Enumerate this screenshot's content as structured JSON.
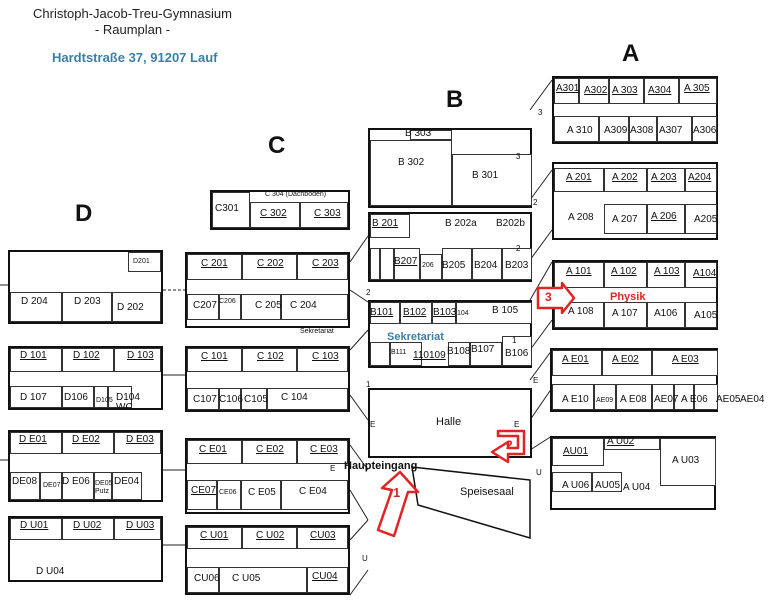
{
  "header": {
    "school": "Christoph-Jacob-Treu-Gymnasium",
    "subtitle": "- Raumplan -",
    "address": "Hardtstraße 37, 91207 Lauf"
  },
  "wings": {
    "a": "A",
    "b": "B",
    "c": "C",
    "d": "D"
  },
  "labels": {
    "physik": "Physik",
    "sekretariat": "Sekretariat",
    "halle": "Halle",
    "haupteingang": "Haupteingang",
    "speisesaal": "Speisesaal",
    "sekretariat_small": "Sekretariat",
    "wc": "WC",
    "marker1": "1",
    "marker2": "2",
    "marker3": "3"
  },
  "floor_labels": {
    "a3": "3",
    "b3": "3",
    "a2": "2",
    "b2": "2",
    "c2": "2",
    "b1": "1",
    "c1": "1",
    "e1": "E",
    "e2": "E",
    "e3": "E",
    "e4": "E",
    "u1": "U",
    "u2": "U"
  },
  "rooms": {
    "a301": "A301",
    "a302": "A302",
    "a303": "A 303",
    "a304": "A304",
    "a305": "A 305",
    "a310": "A 310",
    "a309": "A309",
    "a308": "A308",
    "a307": "A307",
    "a306": "A306",
    "a201": "A 201",
    "a202": "A 202",
    "a203": "A 203",
    "a204": "A204",
    "a208": "A 208",
    "a207": "A 207",
    "a206": "A 206",
    "a205": "A205",
    "a101": "A 101",
    "a102": "A 102",
    "a103": "A 103",
    "a104": "A104",
    "a108": "A 108",
    "a107": "A 107",
    "a106": "A106",
    "a105": "A105",
    "ae01": "A E01",
    "ae02": "A E02",
    "ae03": "A E03",
    "ae10": "A E10",
    "ae09": "AE09",
    "ae08": "A E08",
    "ae07": "AE07",
    "ae06": "A E06",
    "ae05": "AE05",
    "ae04": "AE04",
    "au01": "AU01",
    "au02": "A U02",
    "au03": "A U03",
    "au06": "A U06",
    "au05": "AU05",
    "au04": "A U04",
    "b303": "B 303",
    "b302": "B 302",
    "b301": "B 301",
    "b201": "B 201",
    "b202a": "B 202a",
    "b202b": "B202b",
    "b207": "B207",
    "b206": "206",
    "b205": "B205",
    "b204": "B204",
    "b203": "B203",
    "b101": "B101",
    "b102": "B102",
    "b103": "B103",
    "b104": "104",
    "b105": "B 105",
    "b111": "B111",
    "b110": "110",
    "b109": "109",
    "b108": "B108",
    "b107": "B107",
    "b106": "B106",
    "c304": "C 304 (Dachboden)",
    "c301": "C301",
    "c302": "C 302",
    "c303": "C 303",
    "c201": "C 201",
    "c202": "C 202",
    "c203": "C 203",
    "c207": "C207",
    "c206": "C206",
    "c205": "C 205",
    "c204": "C 204",
    "c101": "C 101",
    "c102": "C 102",
    "c103": "C 103",
    "c107": "C107",
    "c106": "C106",
    "c105": "C105",
    "c104": "C 104",
    "ce01": "C E01",
    "ce02": "C E02",
    "ce03": "C E03",
    "ce07": "CE07",
    "ce06": "CE06",
    "ce05": "C E05",
    "ce04": "C E04",
    "cu01": "C U01",
    "cu02": "C U02",
    "cu03": "CU03",
    "cu06": "CU06",
    "cu05": "C U05",
    "cu04": "CU04",
    "d201": "D201",
    "d204": "D 204",
    "d203": "D 203",
    "d202": "D 202",
    "d101": "D 101",
    "d102": "D 102",
    "d103": "D 103",
    "d107": "D 107",
    "d106": "D106",
    "d105": "D105",
    "d104": "D104",
    "de01": "D E01",
    "de02": "D E02",
    "de03": "D E03",
    "de08": "DE08",
    "de07": "DE07",
    "de06": "D E06",
    "de05": "DE05",
    "de05b": "Putz",
    "de04": "DE04",
    "du01": "D U01",
    "du02": "D U02",
    "du03": "D U03",
    "du04": "D U04"
  }
}
